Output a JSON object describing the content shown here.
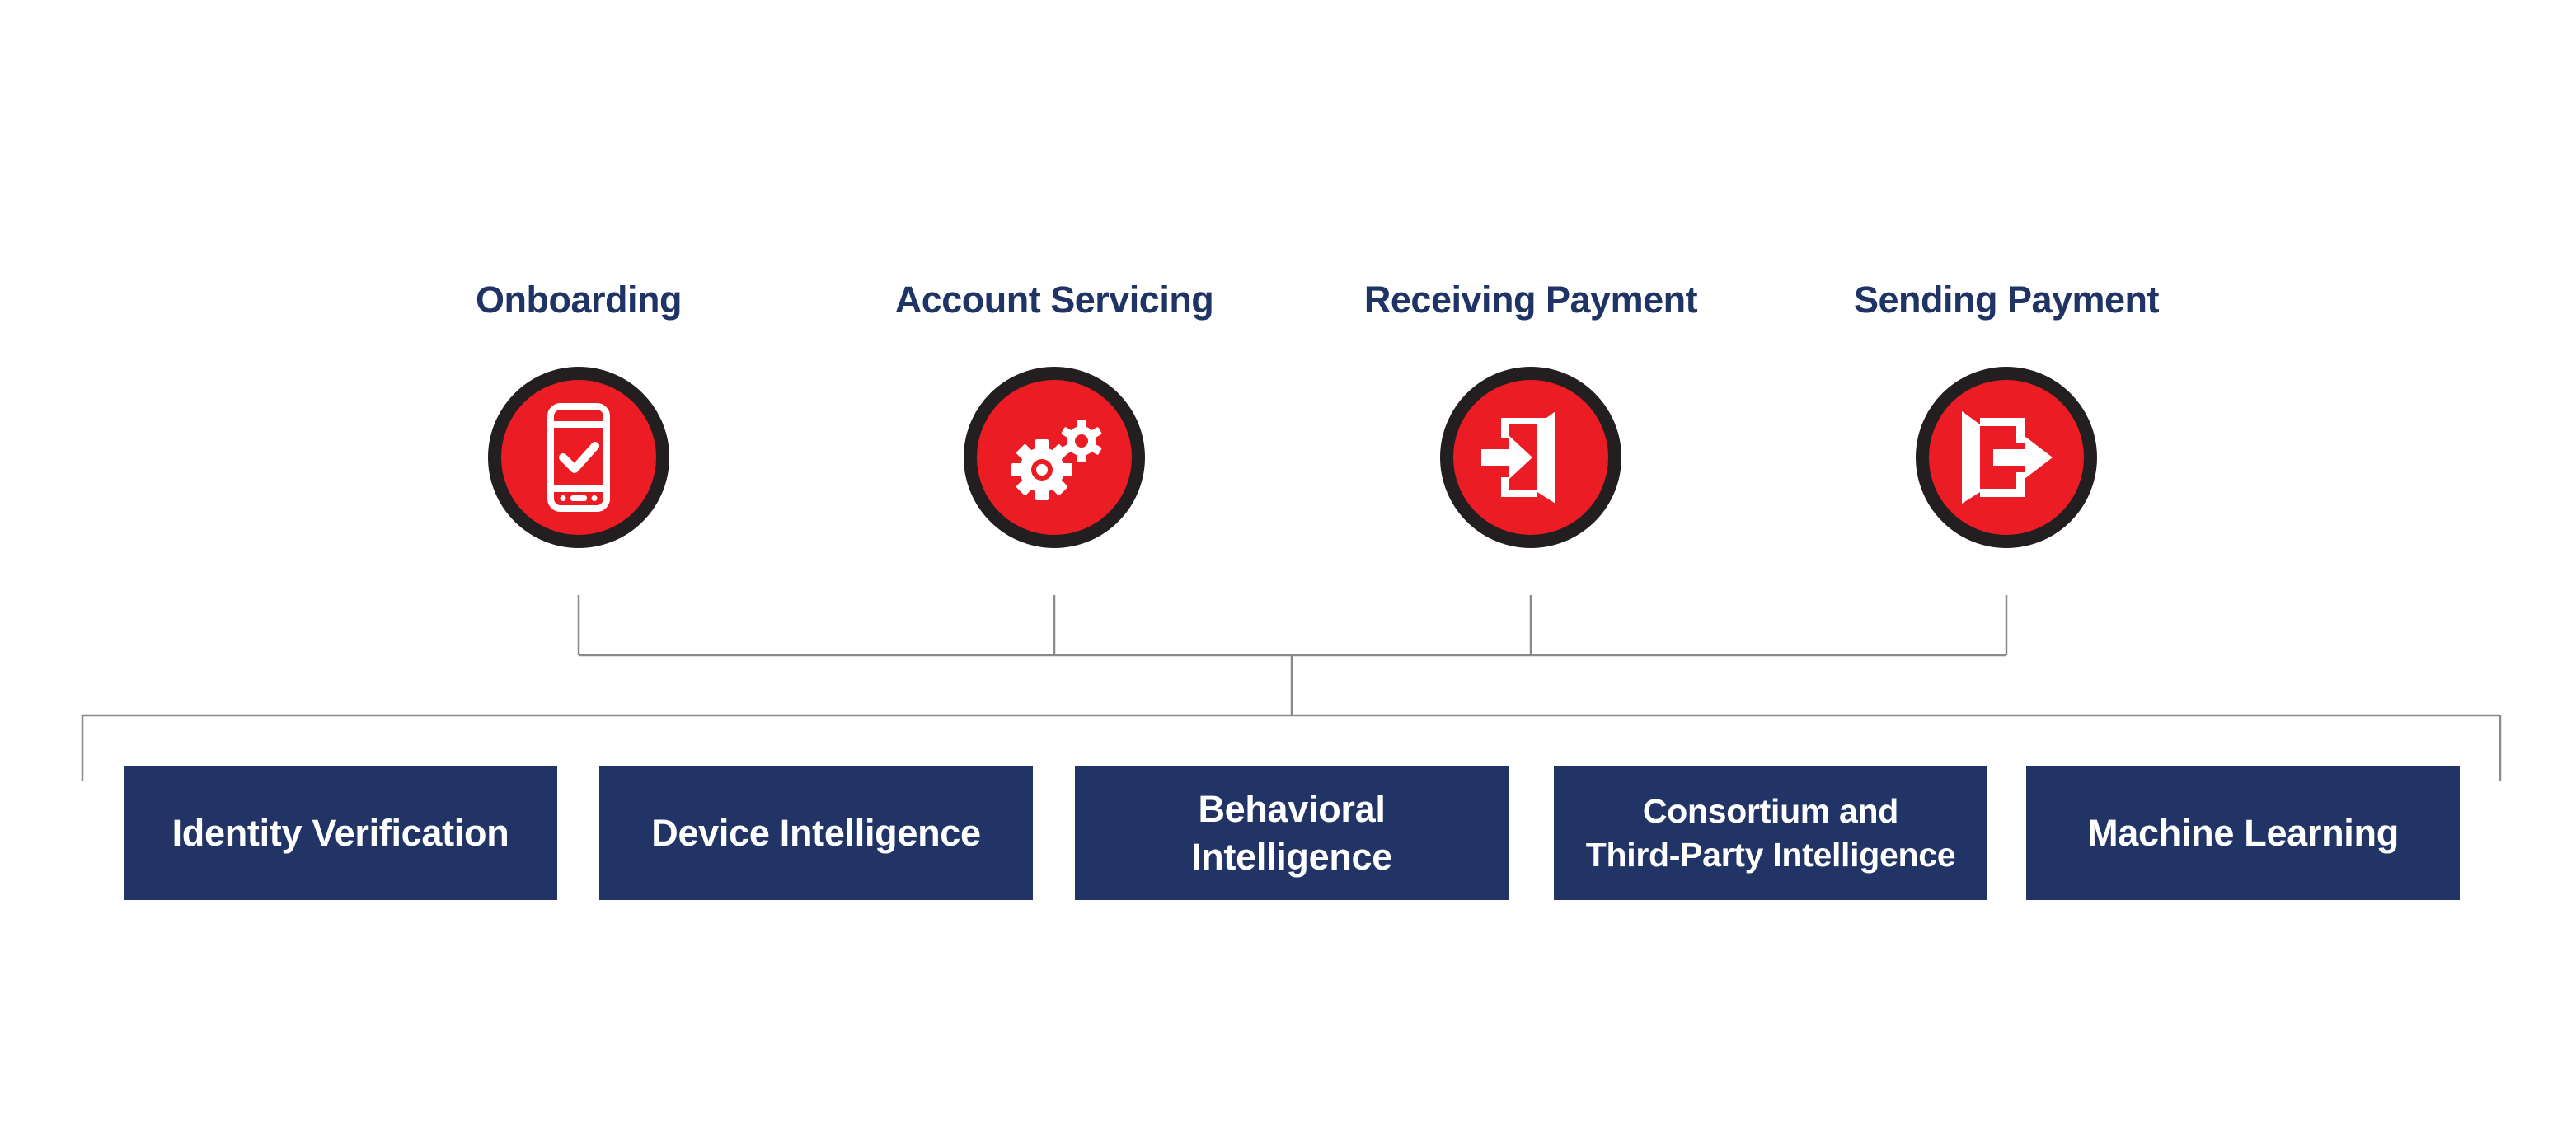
{
  "colors": {
    "heading": "#1f3464",
    "icon_fill": "#ec1c24",
    "icon_ring": "#231f20",
    "box_fill": "#213465",
    "box_text": "#ffffff",
    "connector": "#8a8a8a"
  },
  "stages": [
    {
      "label": "Onboarding",
      "icon": "mobile-check-icon"
    },
    {
      "label": "Account Servicing",
      "icon": "gears-icon"
    },
    {
      "label": "Receiving Payment",
      "icon": "sign-in-icon"
    },
    {
      "label": "Sending Payment",
      "icon": "sign-out-icon"
    }
  ],
  "capabilities": [
    {
      "label": "Identity Verification"
    },
    {
      "label": "Device Intelligence"
    },
    {
      "label": "Behavioral\nIntelligence"
    },
    {
      "label": "Consortium and\nThird-Party Intelligence"
    },
    {
      "label": "Machine Learning"
    }
  ]
}
